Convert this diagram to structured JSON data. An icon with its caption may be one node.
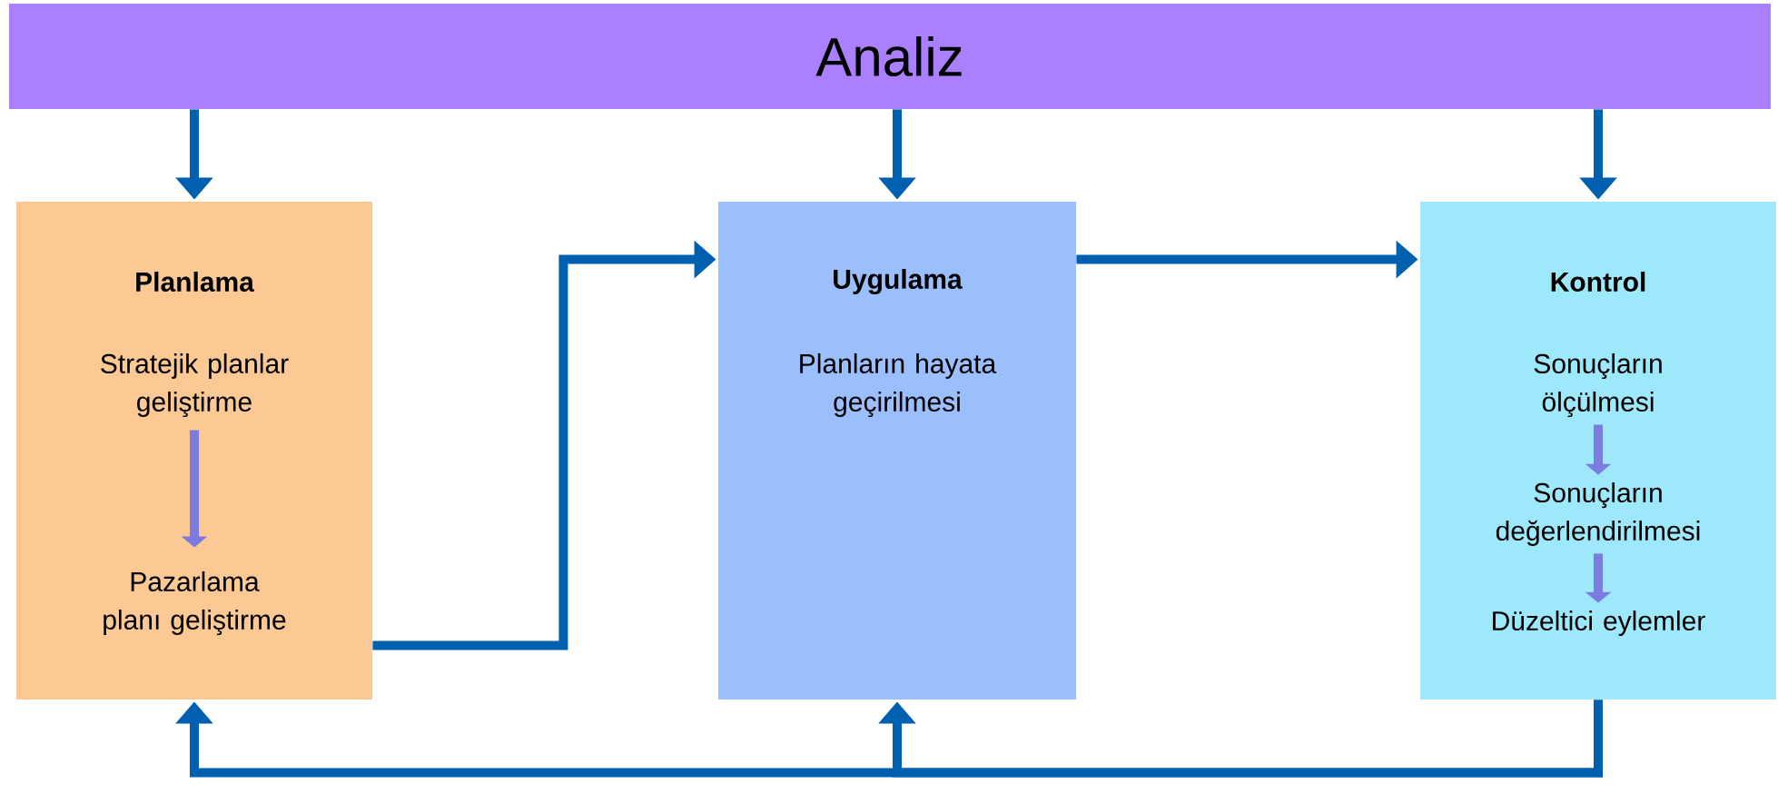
{
  "diagram": {
    "nodes": [
      {
        "text": [
          "Analiz"
        ]
      },
      {
        "text": [
          "Planlama"
        ]
      },
      {
        "text": [
          "Stratejik planlar geliştirme"
        ],
        "in": 1
      },
      {
        "text": [
          "Pazarlama planı geliştirme"
        ],
        "in": 1
      },
      {
        "text": [
          "Uygulama",
          "Planların hayata geçirilmesi"
        ]
      },
      {
        "text": [
          "Kontrol"
        ]
      },
      {
        "text": [
          "Sonuçların ölçülmesi"
        ],
        "in": 5
      },
      {
        "text": [
          "Sonuçların değerlendirilmesi"
        ],
        "in": 5
      },
      {
        "text": [
          "Düzeltici eylemler"
        ],
        "in": 5
      }
    ],
    "edges": [
      {
        "from": 0,
        "to": 1,
        "arrow": "to"
      },
      {
        "from": 0,
        "to": 4,
        "arrow": "to"
      },
      {
        "from": 0,
        "to": 5,
        "arrow": "to"
      },
      {
        "from": 2,
        "to": 3,
        "arrow": "to",
        "color": "#7b7be0"
      },
      {
        "from": 1,
        "to": 4,
        "arrow": "to"
      },
      {
        "from": 4,
        "to": 5,
        "arrow": "to"
      },
      {
        "from": 5,
        "to": 1,
        "arrow": "to"
      },
      {
        "from": 5,
        "to": 4,
        "arrow": "to"
      },
      {
        "from": 6,
        "to": 7,
        "arrow": "to",
        "color": "#7b7be0"
      },
      {
        "from": 7,
        "to": 8,
        "arrow": "to",
        "color": "#7b7be0"
      }
    ]
  }
}
